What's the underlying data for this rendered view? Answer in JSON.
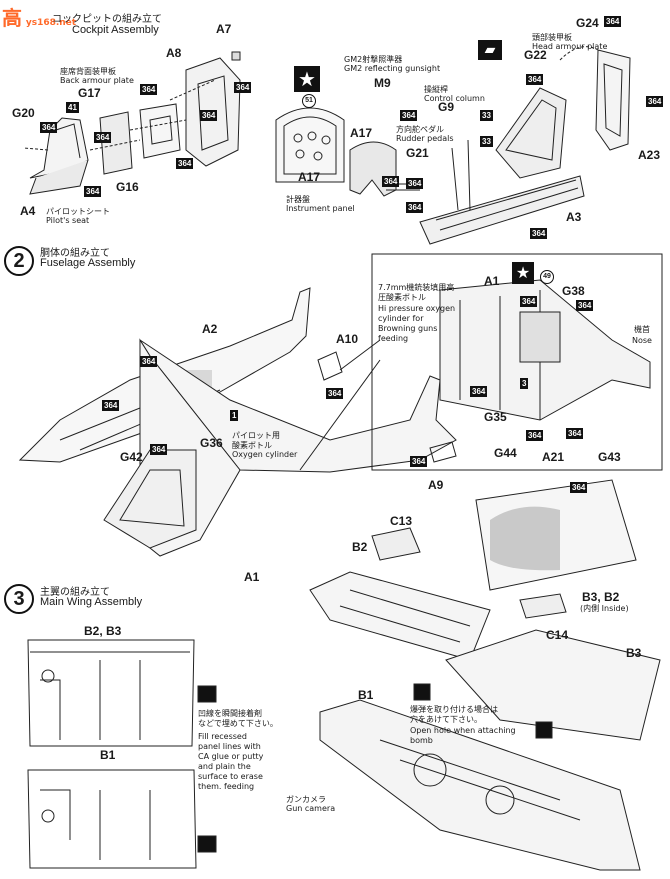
{
  "watermark": {
    "glyph": "高",
    "text": "ys168.net"
  },
  "step1": {
    "title_jp": "コックピットの組み立て",
    "title_en": "Cockpit Assembly"
  },
  "step2": {
    "number": "2",
    "title_jp": "胴体の組み立て",
    "title_en": "Fuselage Assembly"
  },
  "step3": {
    "number": "3",
    "title_jp": "主翼の組み立て",
    "title_en": "Main Wing Assembly"
  },
  "parts": {
    "A7": "A7",
    "A8": "A8",
    "G17": "G17",
    "G20": "G20",
    "G16": "G16",
    "A4": "A4",
    "M9": "M9",
    "A17a": "A17",
    "A17b": "A17",
    "G21": "G21",
    "G9": "G9",
    "G24": "G24",
    "G22": "G22",
    "A23": "A23",
    "A3": "A3",
    "A2": "A2",
    "A10": "A10",
    "G36": "G36",
    "G42": "G42",
    "A9": "A9",
    "A1": "A1",
    "A1b": "A1",
    "G38": "G38",
    "G35": "G35",
    "G44": "G44",
    "A21": "A21",
    "G43": "G43",
    "C13": "C13",
    "B2": "B2",
    "B3B2": "B3, B2",
    "C14": "C14",
    "B3": "B3",
    "B1": "B1",
    "B2B3": "B2, B3",
    "B1b": "B1"
  },
  "notes": {
    "back_armour_jp": "座席背面装甲板",
    "back_armour_en": "Back armour plate",
    "pilot_seat_jp": "パイロットシート",
    "pilot_seat_en": "Pilot's seat",
    "gunsight_jp": "GM2射撃照準器",
    "gunsight_en": "GM2 reflecting gunsight",
    "control_jp": "操縦桿",
    "control_en": "Control column",
    "rudder_jp": "方向舵ペダル",
    "rudder_en": "Rudder pedals",
    "panel_jp": "計器盤",
    "panel_en": "Instrument panel",
    "head_armour_jp": "頭部装甲板",
    "head_armour_en": "Head armour plate",
    "oxygen_jp": "パイロット用",
    "oxygen_jp2": "酸素ボトル",
    "oxygen_en": "Oxygen cylinder",
    "hp_jp1": "7.7mm機銃装填用高",
    "hp_jp2": "圧酸素ボトル",
    "hp_en1": "Hi pressure oxygen",
    "hp_en2": "cylinder for",
    "hp_en3": "Browning guns",
    "hp_en4": "feeding",
    "nose_jp": "機首",
    "nose_en": "Nose",
    "inside": "(内側 Inside)",
    "recess_jp1": "凹線を瞬間接着剤",
    "recess_jp2": "などで埋めて下さい。",
    "recess_en1": "Fill recessed",
    "recess_en2": "panel lines with",
    "recess_en3": "CA glue or putty",
    "recess_en4": "and plain the",
    "recess_en5": "surface to erase",
    "recess_en6": "them. feeding",
    "bomb_jp1": "爆弾を取り付ける場合は",
    "bomb_jp2": "穴をあけて下さい。",
    "bomb_en1": "Open hole when attaching",
    "bomb_en2": "bomb",
    "camera_jp": "ガンカメラ",
    "camera_en": "Gun camera"
  },
  "paint": {
    "c364": "364",
    "c33": "33",
    "c41": "41",
    "c1": "1",
    "c3": "3",
    "c51": "51",
    "c49": "49"
  }
}
